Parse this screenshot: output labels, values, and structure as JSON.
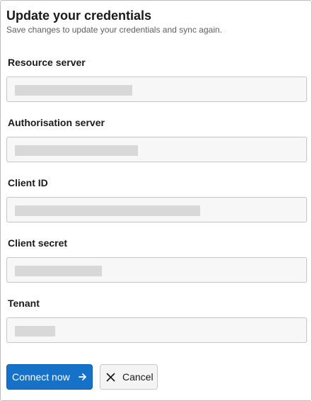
{
  "header": {
    "title": "Update your credentials",
    "subtitle": "Save changes to update your credentials and sync again."
  },
  "fields": [
    {
      "label": "Resource server",
      "value": ""
    },
    {
      "label": "Authorisation server",
      "value": ""
    },
    {
      "label": "Client ID",
      "value": ""
    },
    {
      "label": "Client secret",
      "value": ""
    },
    {
      "label": "Tenant",
      "value": ""
    }
  ],
  "actions": {
    "connect_label": "Connect now",
    "cancel_label": "Cancel"
  },
  "icons": {
    "connect": "arrow-right-icon",
    "cancel": "close-icon"
  },
  "colors": {
    "primary": "#1672c9",
    "input_background": "#f7f7f7",
    "redaction": "#d8d8d8"
  }
}
